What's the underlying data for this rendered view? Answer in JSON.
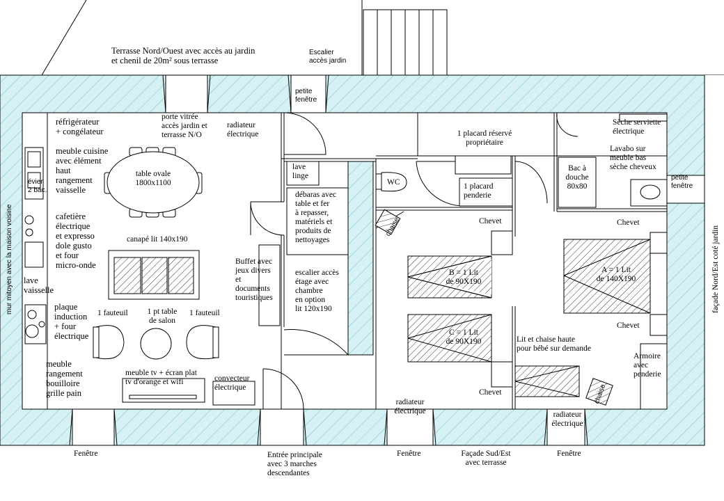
{
  "terrace": "Terrasse Nord/Ouest avec accès au jardin\net chenil de 20m² sous terrasse",
  "stair_garden": "Escalier\naccès jardin",
  "small_window_top": "petite\nfenêtre",
  "sliding_door": "porte vitrée\naccès jardin et\nterrasse N/O",
  "radiator_1": "radiateur\nélectrique",
  "fridge": "réfrigérateur\n+ congélateur",
  "kitchen_unit": "meuble cuisine\navec élément\nhaut\nrangement\nvaisselle",
  "sink": "évier\n2 bac.",
  "oval_table": "table ovale\n1800x1100",
  "coffee": "cafetière\nélectrique\net expresso\ndole gusto\net four\nmicro-onde",
  "sofa": "canapé lit 140x190",
  "dishwasher": "lave\nvaisselle",
  "induction": "plaque\ninduction\n+ four\nélectrique",
  "armchair_1": "1 fauteuil",
  "side_table": "1 pt table\nde salon",
  "armchair_2": "1 fauteuil",
  "storage_unit": "meuble\nrangement\nbouilloire\ngrille pain",
  "tv": "meuble tv + écran plat\ntv d'orange et wifi",
  "convector": "convecteur\nélectrique",
  "buffet": "Buffet avec\njeux divers\net\ndocuments\ntouristiques",
  "washing": "lave\nlinge",
  "storeroom": "débaras avec\ntable et fer\nà repasser,\nmatériels et\nproduits de\nnettoyages",
  "stairs_up": "escalier accès\nétage avec\nchambre\nen option\nlit 120x190",
  "wc": "WC",
  "owner_closet": "1 placard réservé\npropriétaire",
  "wardrobe_closet": "1 placard\npenderie",
  "shower": "Bac à\ndouche\n80x80",
  "towel_dryer": "Sèche serviette\nélectrique",
  "washbasin": "Lavabo sur\nmeuble bas\nsèche cheveux",
  "small_window_right": "petite\nfenêtre",
  "chevet_1": "Chevet",
  "chevet_2": "Chevet",
  "chevet_3": "Chevet",
  "chevet_4": "Chevet",
  "bed_b": "B = 1 Lit\nde 90X190",
  "bed_c": "C = 1 Lit\nde 90X190",
  "bed_a": "A = 1 Lit\nde 140X190",
  "chaise_1": "chaise",
  "chaise_2": "chaise",
  "baby_bed": "Lit et chaise haute\npour bébé sur demande",
  "armoire": "Armoire\navec\npenderie",
  "radiator_2": "radiateur\nélectrique",
  "radiator_3": "radiateur\nélectrique",
  "window_1": "Fenêtre",
  "window_2": "Fenêtre",
  "window_3": "Fenêtre",
  "entrance": "Entrée principale\navec 3 marches\ndescendantes",
  "facade_se": "Façade Sud/Est\navec terrasse",
  "wall_left": "mur mitoyen avec la maison voisine",
  "facade_ne": "façade Nord/Est coté jardin"
}
